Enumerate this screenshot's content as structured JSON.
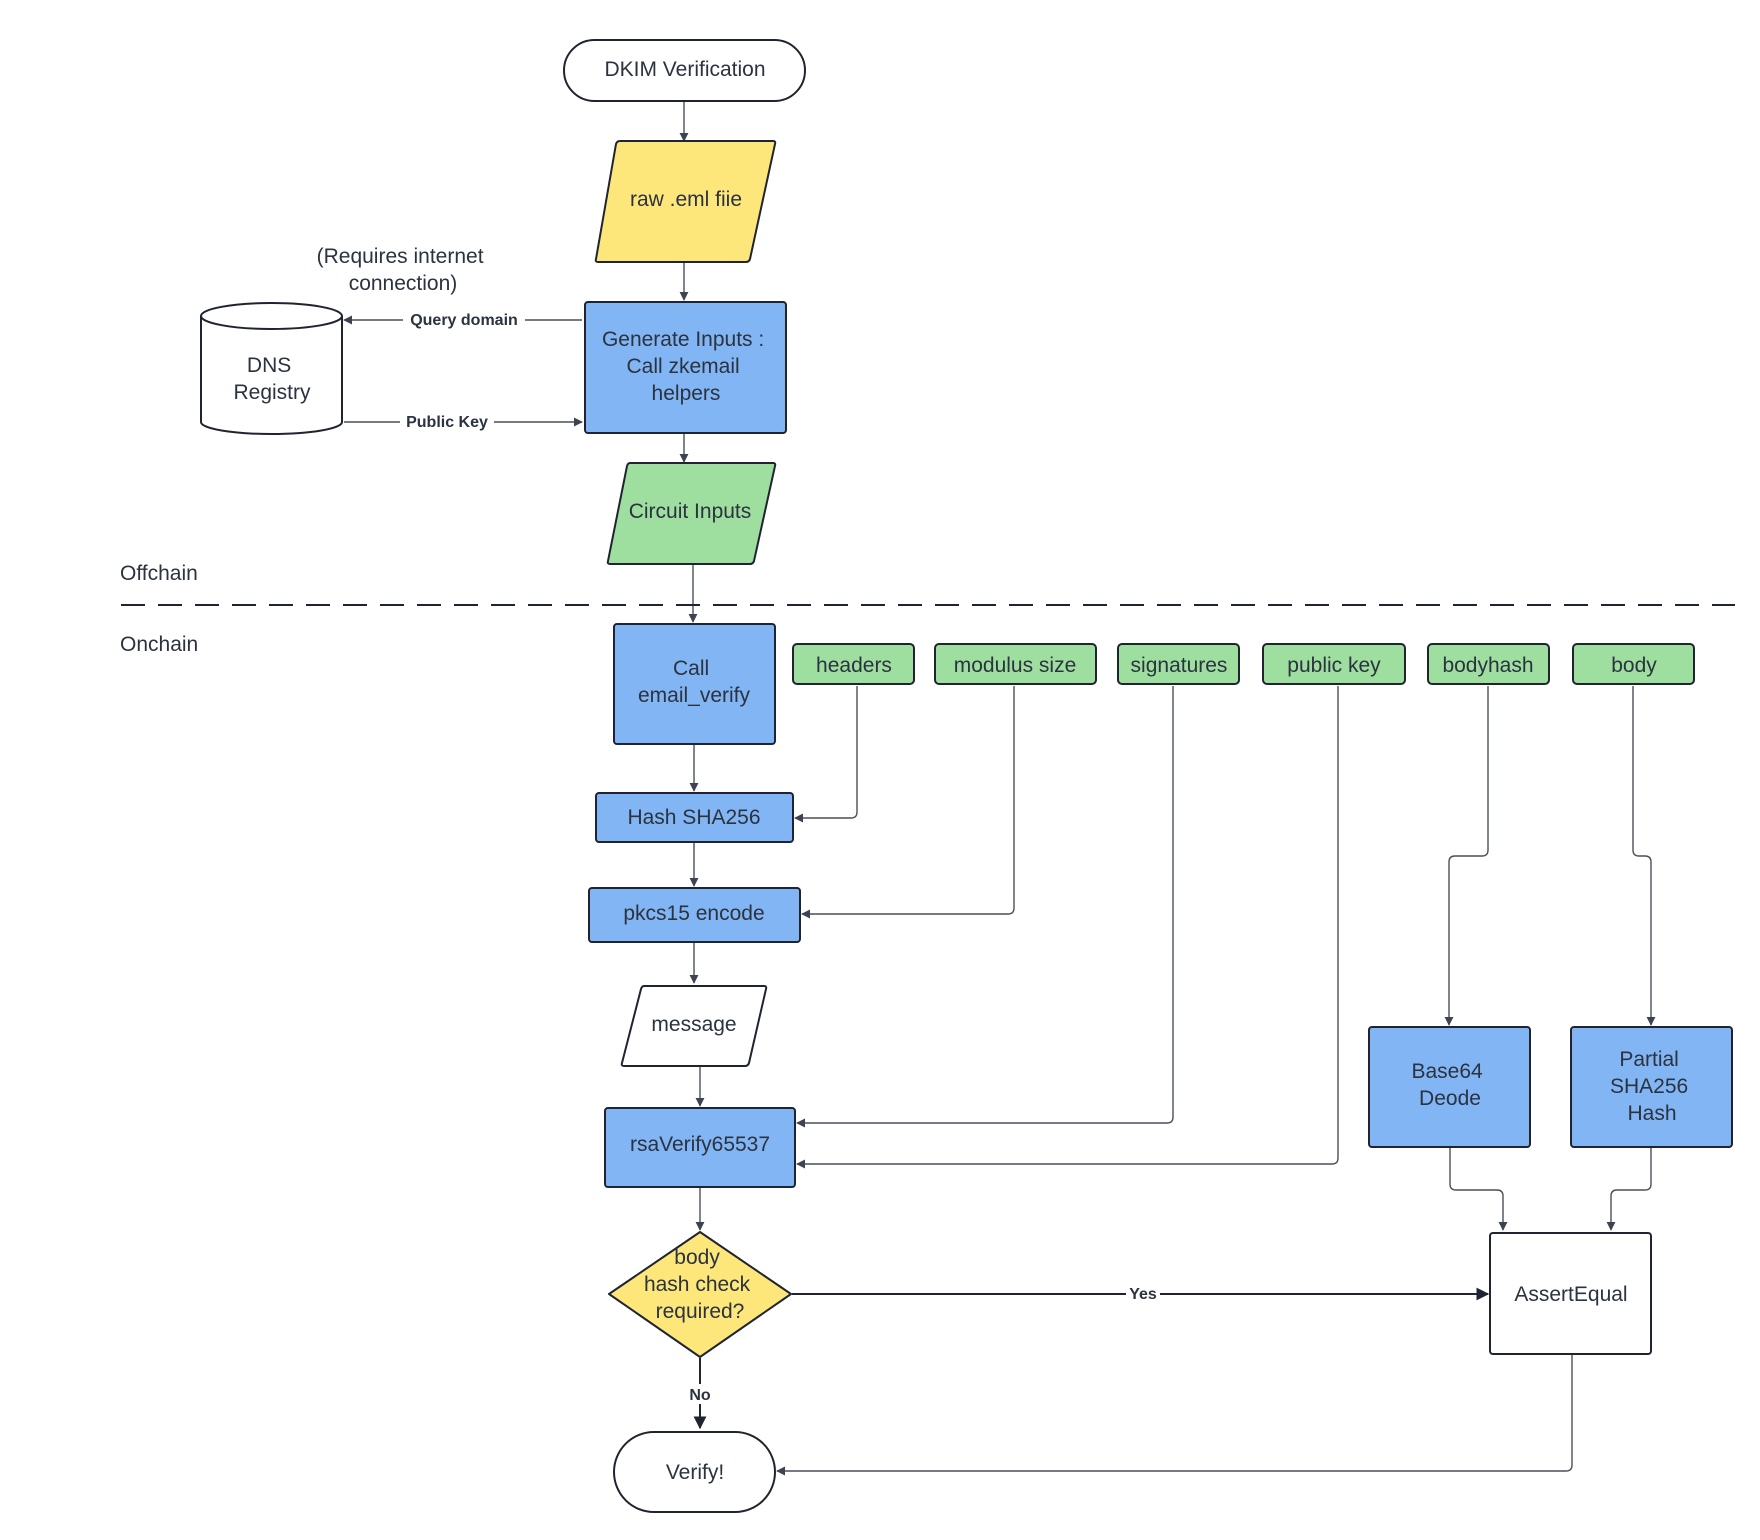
{
  "colors": {
    "blue": "#82b5f3",
    "green": "#9edfa0",
    "yellow": "#fde77a",
    "white": "#ffffff"
  },
  "sections": {
    "offchain": "Offchain",
    "onchain": "Onchain"
  },
  "nodes": {
    "start": "DKIM Verification",
    "raw_eml": "raw .eml fiie",
    "note": [
      "(Requires internet",
      "connection)"
    ],
    "dns": [
      "DNS",
      "Registry"
    ],
    "generate": [
      "Generate Inputs :",
      "Call zkemail",
      "helpers"
    ],
    "circuit_inputs": "Circuit Inputs",
    "call_verify": [
      "Call",
      "email_verify"
    ],
    "headers": "headers",
    "modulus": "modulus size",
    "signatures": "signatures",
    "public_key": "public key",
    "bodyhash": "bodyhash",
    "body": "body",
    "hash": "Hash SHA256",
    "pkcs": "pkcs15 encode",
    "message": "message",
    "rsa": "rsaVerify65537",
    "decision": [
      "body",
      "hash check",
      "required?"
    ],
    "base64": [
      "Base64",
      "Deode"
    ],
    "partial": [
      "Partial",
      "SHA256",
      "Hash"
    ],
    "assert": "AssertEqual",
    "verify": "Verify!"
  },
  "edge_labels": {
    "query": "Query domain",
    "public_key": "Public Key",
    "yes": "Yes",
    "no": "No"
  }
}
